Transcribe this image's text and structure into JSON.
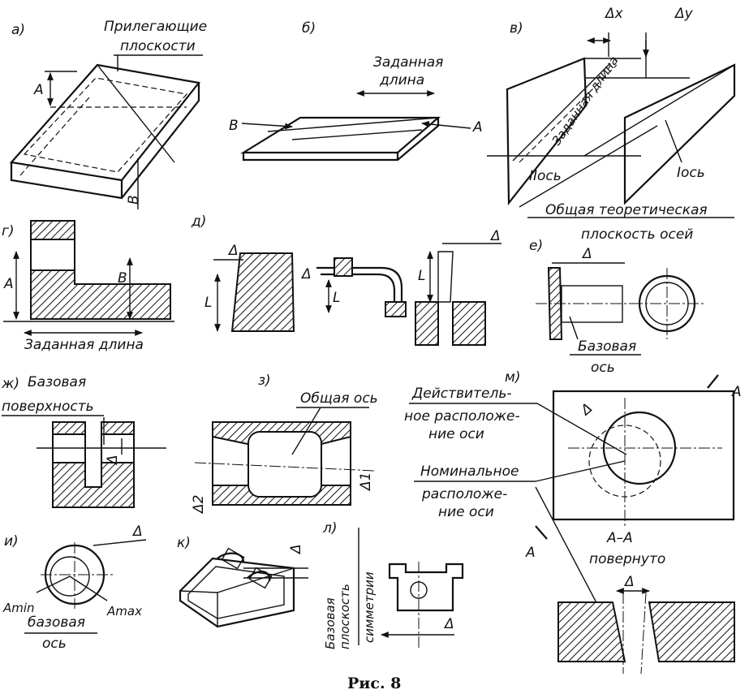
{
  "figure": {
    "caption": "Рис. 8",
    "panels": {
      "a": {
        "letter": "а)",
        "label_line1": "Прилегающие",
        "label_line2": "плоскости",
        "dim_a": "A",
        "dim_b": "B"
      },
      "b": {
        "letter": "б)",
        "label_line1": "Заданная",
        "label_line2": "длина",
        "mark_b": "B",
        "mark_a": "A"
      },
      "v": {
        "letter": "в)",
        "delta_x": "Δx",
        "delta_y": "Δy",
        "diag_label": "Заданная длина",
        "axis2": "IIось",
        "axis1": "Iось",
        "plane_line1": "Общая теоретическая",
        "plane_line2": "плоскость осей"
      },
      "g": {
        "letter": "г)",
        "dim_a": "A",
        "dim_b": "B",
        "length": "Заданная длина"
      },
      "d": {
        "letter": "д)",
        "delta1": "Δ",
        "len1": "L",
        "delta2": "Δ",
        "len2": "L",
        "delta3": "Δ",
        "len3": "L"
      },
      "e": {
        "letter": "е)",
        "delta": "Δ",
        "label_line1": "Базовая",
        "label_line2": "ось"
      },
      "zh": {
        "letter": "ж)",
        "label_line1": "Базовая",
        "label_line2": "поверхность",
        "delta": "Δ"
      },
      "z": {
        "letter": "з)",
        "label": "Общая ось",
        "delta2": "Δ2",
        "delta1": "Δ1"
      },
      "i": {
        "letter": "и)",
        "delta": "Δ",
        "amin": "Amin",
        "amax": "Amax",
        "label_line1": "базовая",
        "label_line2": "ось"
      },
      "k": {
        "letter": "к)",
        "delta": "Δ"
      },
      "l": {
        "letter": "л)",
        "label_line1": "Базовая",
        "label_line2": "плоскость",
        "label_line3": "симметрии",
        "delta": "Δ"
      },
      "m": {
        "letter": "м)",
        "actual_1": "Действитель-",
        "actual_2": "ное расположе-",
        "actual_3": "ние оси",
        "nominal_1": "Номинальное",
        "nominal_2": "расположе-",
        "nominal_3": "ние оси",
        "delta": "Δ",
        "section_a": "A",
        "section_a2": "A",
        "section_title": "А–А",
        "rotated": "повернуто",
        "delta2": "Δ"
      }
    }
  }
}
